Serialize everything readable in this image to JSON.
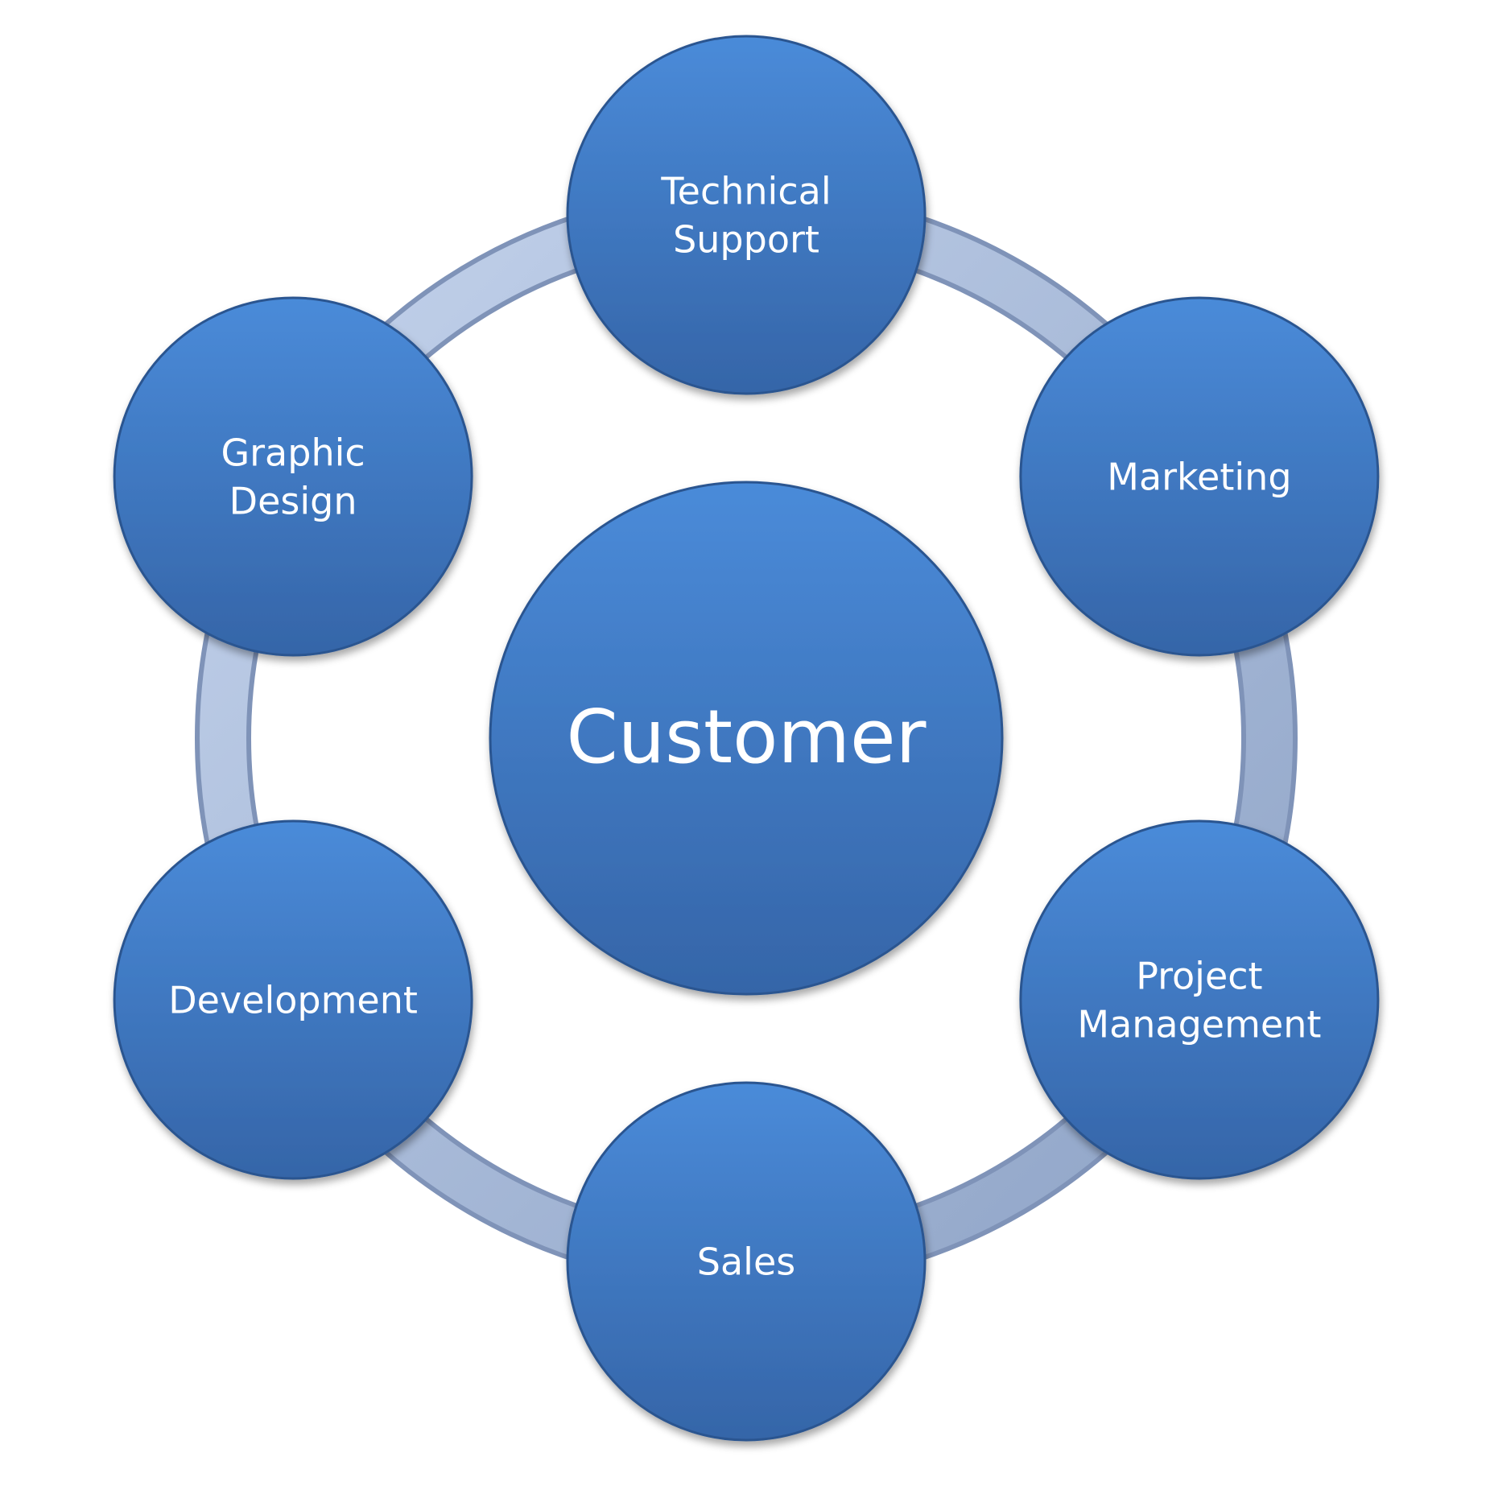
{
  "center": {
    "label": "Customer"
  },
  "nodes": [
    {
      "id": "technical-support",
      "lines": [
        "Technical",
        "Support"
      ]
    },
    {
      "id": "marketing",
      "lines": [
        "Marketing"
      ]
    },
    {
      "id": "project-management",
      "lines": [
        "Project",
        "Management"
      ]
    },
    {
      "id": "sales",
      "lines": [
        "Sales"
      ]
    },
    {
      "id": "development",
      "lines": [
        "Development"
      ]
    },
    {
      "id": "graphic-design",
      "lines": [
        "Graphic",
        "Design"
      ]
    }
  ],
  "colors": {
    "node_top": "#4a8bd9",
    "node_bottom": "#3565a8",
    "node_edge": "#2c5590",
    "ring_light": "#c4d3ec",
    "ring_dark": "#8ea3c6",
    "label": "#ffffff"
  }
}
